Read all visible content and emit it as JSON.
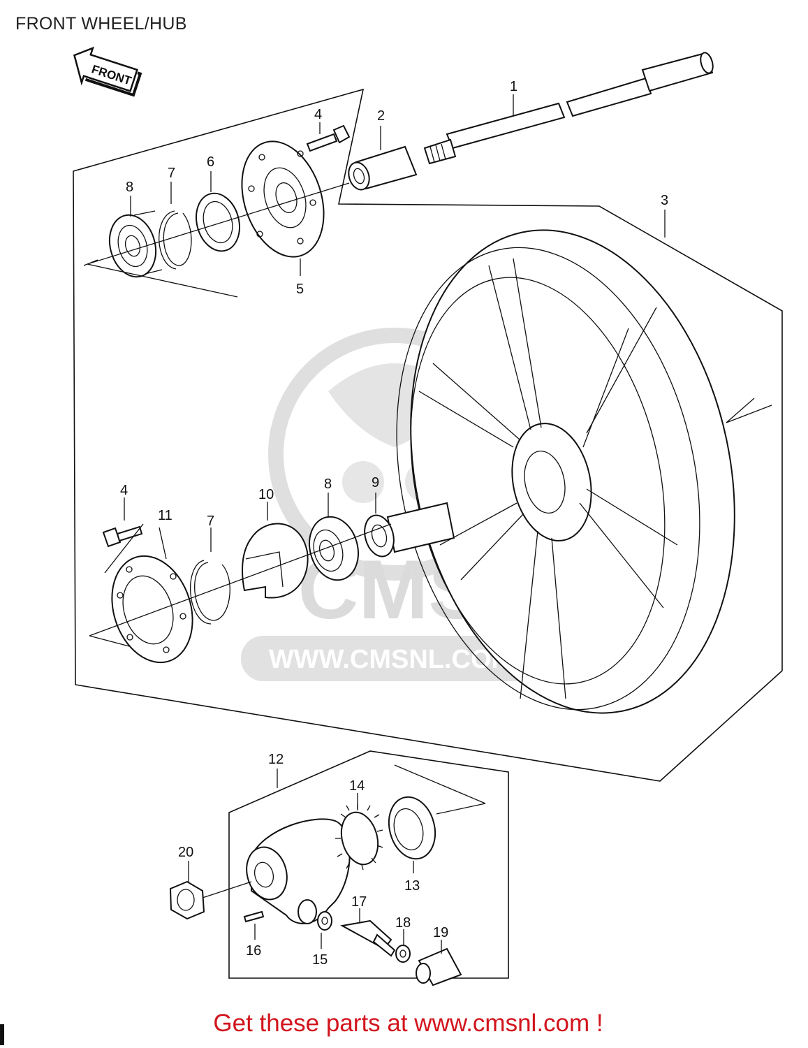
{
  "title": "FRONT WHEEL/HUB",
  "front_arrow_label": "FRONT",
  "watermark": {
    "brand": "CMS",
    "url": "WWW.CMSNL.COM"
  },
  "footer": "Get these parts at www.cmsnl.com !",
  "callouts": [
    "1",
    "2",
    "3",
    "4",
    "5",
    "6",
    "7",
    "8",
    "9",
    "10",
    "11",
    "12",
    "13",
    "14",
    "15",
    "16",
    "17",
    "18",
    "19",
    "20"
  ],
  "colors": {
    "footer": "#d2141c",
    "line": "#111111",
    "watermark": "#d8d8d8"
  }
}
